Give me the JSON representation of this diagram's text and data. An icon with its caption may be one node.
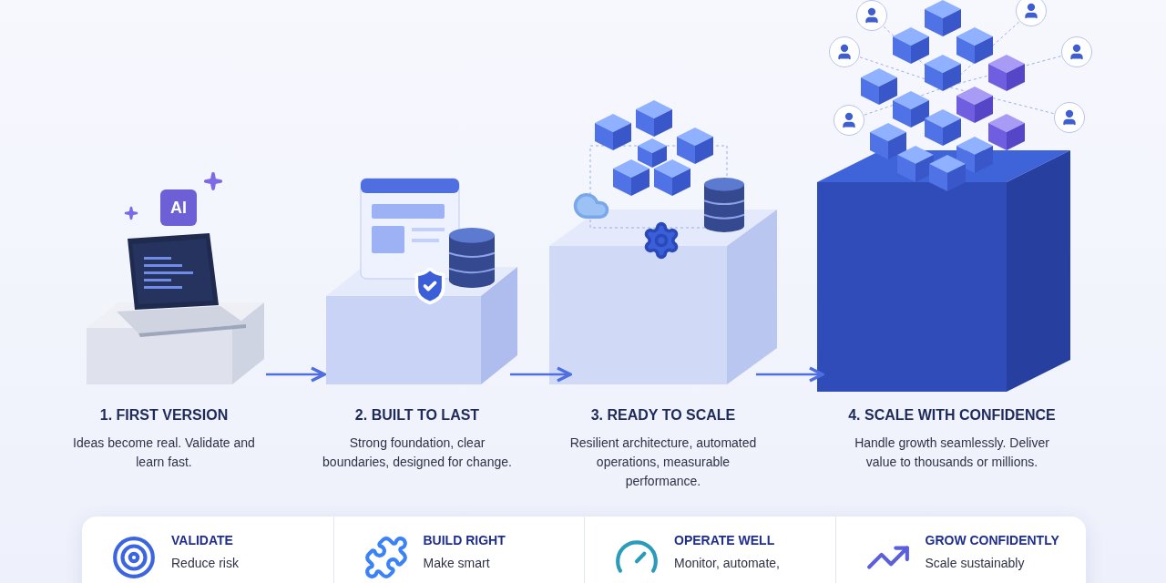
{
  "diagram": {
    "nodes": [
      {
        "text": [
          "1. FIRST VERSION",
          "Ideas become real. Validate and learn fast."
        ]
      },
      {
        "text": [
          "2. BUILT TO LAST",
          "Strong foundation, clear boundaries, designed for change."
        ]
      },
      {
        "text": [
          "3. READY TO SCALE",
          "Resilient architecture, automated operations, measurable performance."
        ]
      },
      {
        "text": [
          "4. SCALE WITH CONFIDENCE",
          "Handle growth seamlessly. Deliver value to thousands or millions."
        ]
      },
      {
        "text": [],
        "shape": "box"
      },
      {
        "text": [
          "VALIDATE",
          "Reduce risk"
        ],
        "in": 4
      },
      {
        "text": [
          "BUILD RIGHT",
          "Make smart"
        ],
        "in": 4
      },
      {
        "text": [
          "OPERATE WELL",
          "Monitor, automate,"
        ],
        "in": 4
      },
      {
        "text": [
          "GROW CONFIDENTLY",
          "Scale sustainably"
        ],
        "in": 4
      }
    ],
    "edges": [
      {
        "from": 0,
        "to": 1,
        "arrow": "to"
      },
      {
        "from": 1,
        "to": 2,
        "arrow": "to"
      },
      {
        "from": 2,
        "to": 3,
        "arrow": "to"
      }
    ],
    "labels": [
      "AI"
    ]
  }
}
